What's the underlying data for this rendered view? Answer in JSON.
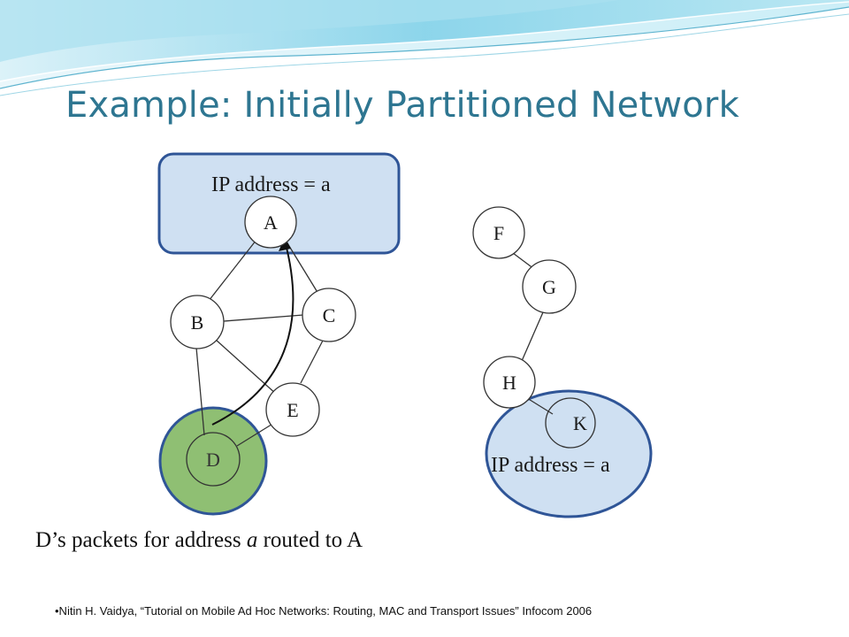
{
  "slide": {
    "title": "Example: Initially Partitioned Network",
    "caption_prefix": "D’s packets for address ",
    "caption_italic": "a",
    "caption_suffix": " routed to A",
    "footnote": "•Nitin H. Vaidya, “Tutorial on Mobile Ad Hoc Networks: Routing, MAC and Transport Issues” Infocom 2006"
  },
  "diagram": {
    "nodes": {
      "A": "A",
      "B": "B",
      "C": "C",
      "D": "D",
      "E": "E",
      "F": "F",
      "G": "G",
      "H": "H",
      "K": "K"
    },
    "ip_label_top": "IP address = a",
    "ip_label_bottom": "IP address = a",
    "colors": {
      "highlight_blue_fill": "#cfe0f2",
      "highlight_blue_stroke": "#2f5597",
      "highlight_green_fill": "#8fbf73",
      "highlight_green_stroke": "#2f5597",
      "title": "#2e7691"
    }
  }
}
